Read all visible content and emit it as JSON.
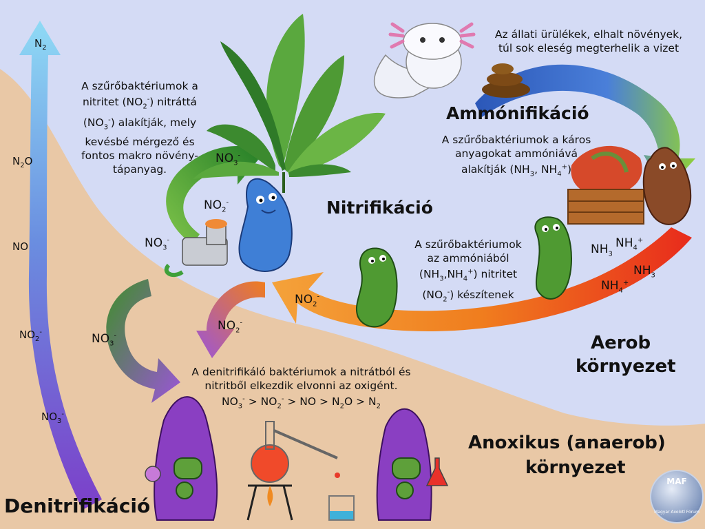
{
  "titles": {
    "ammonification": "Ammónifikáció",
    "nitrification": "Nitrifikáció",
    "denitrification": "Denitrifikáció",
    "aerob_line1": "Aerob",
    "aerob_line2": "környezet",
    "anoxic_line1": "Anoxikus (anaerob)",
    "anoxic_line2": "környezet"
  },
  "texts": {
    "waste": [
      "Az állati ürülékek, elhalt növények,",
      "túl sok eleség megterhelik a vizet"
    ],
    "ammonification_desc": [
      "A szűrőbaktériumok a káros",
      "anyagokat ammóniává"
    ],
    "nitrite_desc_line1": "A szűrőbaktériumok",
    "nitrite_desc_line2": "az ammóniából",
    "nitrite_desc_line4": "készítenek",
    "nitrate_desc_line1": "A szűrőbaktériumok a",
    "nitrate_desc_line2_a": "nitritet",
    "nitrate_desc_line2_b": "nitráttá",
    "nitrate_desc_line3": "alakítják, mely",
    "nitrate_desc_line4": "kevésbé mérgező és",
    "nitrate_desc_line5": "fontos makro növény-",
    "nitrate_desc_line6": "tápanyag.",
    "denit_desc": [
      "A denitrifikáló baktériumok a nitrátból és",
      "nitritből elkezdik elvonni az oxigént."
    ],
    "alakitjak": "alakítják",
    "nitritet": "nitritet"
  },
  "chem": {
    "N": "N",
    "NH": "NH",
    "NO": "NO",
    "H": "H",
    "O": "O",
    "s2": "2",
    "s3": "3",
    "s4": "4",
    "plus": "+",
    "minus": "-",
    "gt": ">",
    "comma": ",",
    "lpar": "(",
    "rpar": ")",
    "open": "(NO",
    "close": ")",
    "open_nh": "(NH"
  },
  "logo": {
    "line1": "MAF",
    "line2": "Magyar Axolotl Fórum"
  },
  "colors": {
    "water": "#d4dbf5",
    "substrate": "#e9c8a6",
    "nitrification_arrow": "#3d8f2a",
    "nitrite_arrow": "#f07d1e",
    "denitrification_arrow": "#8b4fd0",
    "gas_arrow": "#7ec8ee"
  }
}
